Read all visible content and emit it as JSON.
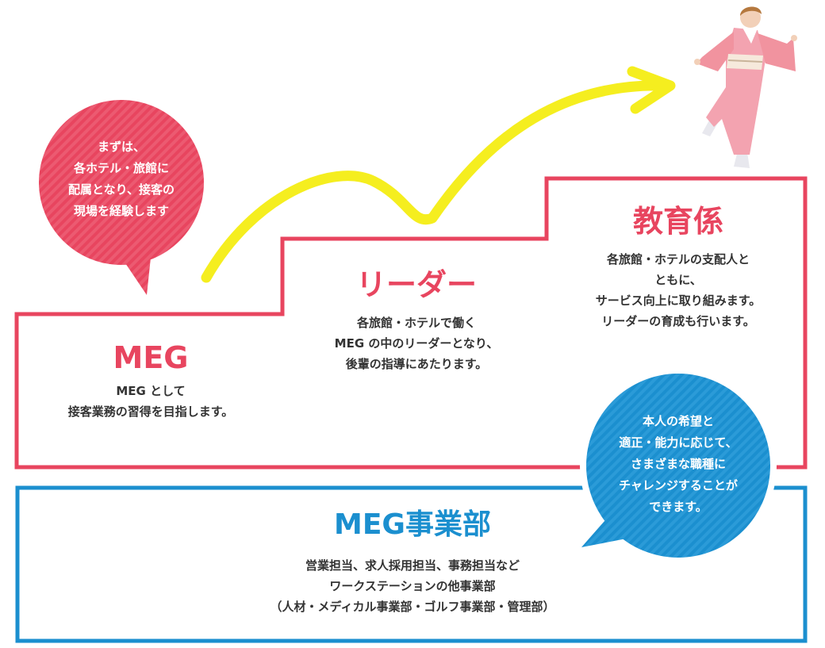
{
  "steps": [
    {
      "id": "meg",
      "title": "MEG",
      "lines": [
        "MEG として",
        "接客業務の習得を目指します。"
      ]
    },
    {
      "id": "leader",
      "title": "リーダー",
      "lines": [
        "各旅館・ホテルで働く",
        "MEG の中のリーダーとなり、",
        "後輩の指導にあたります。"
      ]
    },
    {
      "id": "educator",
      "title": "教育係",
      "lines": [
        "各旅館・ホテルの支配人と",
        "ともに、",
        "サービス向上に取り組みます。",
        "リーダーの育成も行います。"
      ]
    }
  ],
  "division": {
    "title": "MEG事業部",
    "lines": [
      "営業担当、求人採用担当、事務担当など",
      "ワークステーションの他事業部",
      "（人材・メディカル事業部・ゴルフ事業部・管理部）"
    ]
  },
  "bubble_red": {
    "lines": [
      "まずは、",
      "各ホテル・旅館に",
      "配属となり、接客の",
      "現場を経験します"
    ]
  },
  "bubble_blue": {
    "lines": [
      "本人の希望と",
      "適正・能力に応じて、",
      "さまざまな職種に",
      "チャレンジすることが",
      "できます。"
    ]
  },
  "colors": {
    "red": "#e8455f",
    "blue": "#1b8fcf",
    "yellow": "#f5ee1f",
    "kimono": "#f3a3b0"
  },
  "icons": {
    "arrow": "growth-arrow-icon",
    "person": "kimono-person-illustration"
  }
}
